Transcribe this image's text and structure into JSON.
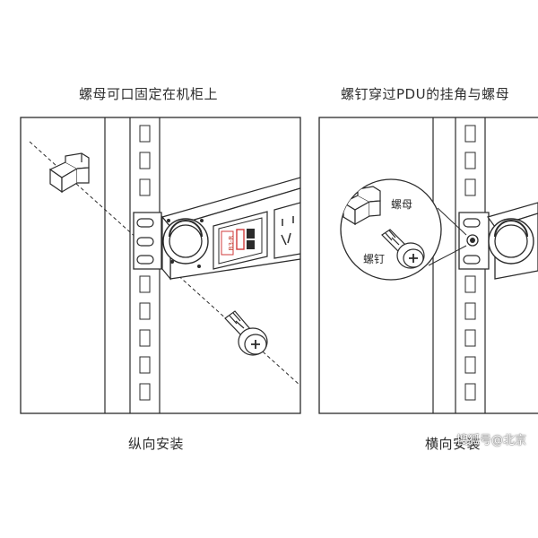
{
  "left_panel": {
    "title": "螺母可口固定在机柜上",
    "caption": "纵向安装",
    "product_label": "B3-R"
  },
  "right_panel": {
    "title": "螺钉穿过PDU的挂角与螺母",
    "caption": "横向安装",
    "nut_label": "螺母",
    "screw_label": "螺钉"
  },
  "watermark": "搜狐号@北京",
  "colors": {
    "line": "#2b2b2b",
    "accent": "#d13b3b",
    "panel_bg": "#ffffff"
  }
}
